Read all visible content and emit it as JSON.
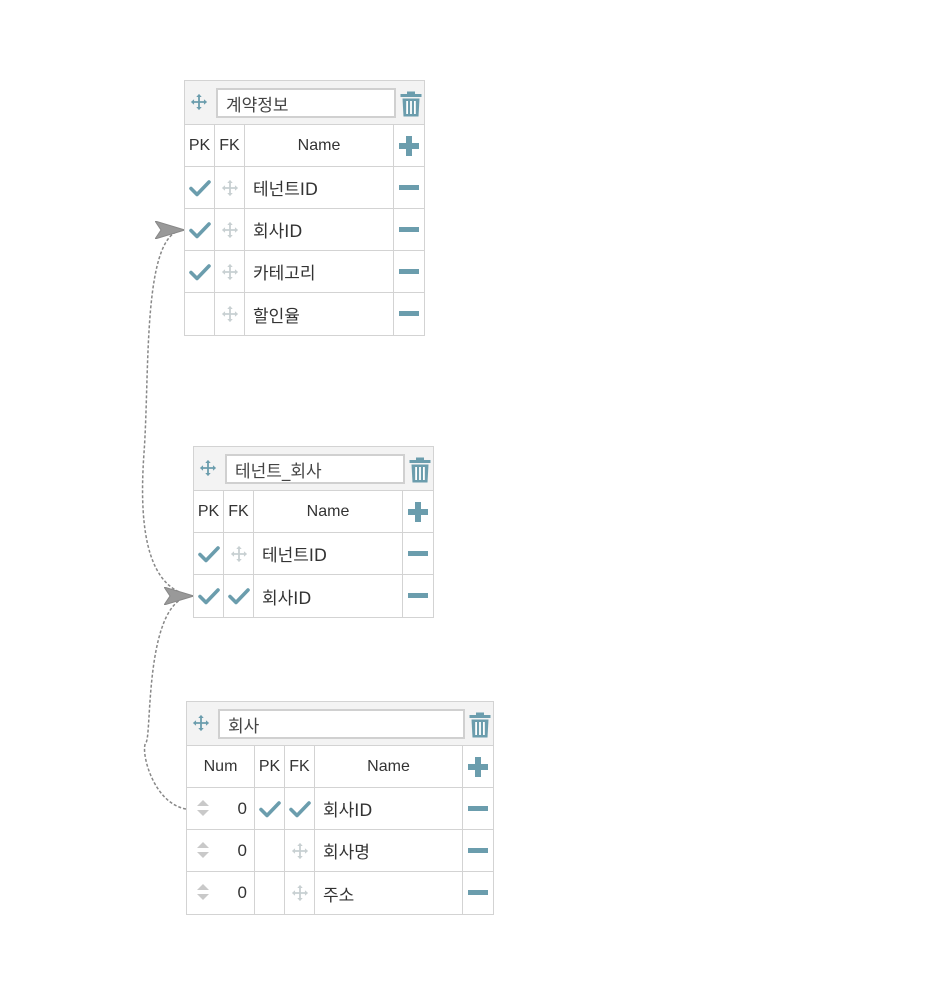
{
  "colors": {
    "accent": "#6b9dad",
    "faded_icon": "#c8d0d2",
    "border": "#d3d3d3",
    "header_bg": "#f3f3f3",
    "connector": "#888888"
  },
  "tables": [
    {
      "name": "계약정보",
      "has_num_column": false,
      "columns": {
        "pk": "PK",
        "fk": "FK",
        "name": "Name"
      },
      "fields": [
        {
          "name": "테넌트ID",
          "pk": true,
          "fk": false
        },
        {
          "name": "회사ID",
          "pk": true,
          "fk": false
        },
        {
          "name": "카테고리",
          "pk": true,
          "fk": false
        },
        {
          "name": "할인율",
          "pk": false,
          "fk": false
        }
      ]
    },
    {
      "name": "테넌트_회사",
      "has_num_column": false,
      "columns": {
        "pk": "PK",
        "fk": "FK",
        "name": "Name"
      },
      "fields": [
        {
          "name": "테넌트ID",
          "pk": true,
          "fk": false
        },
        {
          "name": "회사ID",
          "pk": true,
          "fk": true
        }
      ]
    },
    {
      "name": "회사",
      "has_num_column": true,
      "columns": {
        "num": "Num",
        "pk": "PK",
        "fk": "FK",
        "name": "Name"
      },
      "fields": [
        {
          "num": "0",
          "name": "회사ID",
          "pk": true,
          "fk": true
        },
        {
          "num": "0",
          "name": "회사명",
          "pk": false,
          "fk": false
        },
        {
          "num": "0",
          "name": "주소",
          "pk": false,
          "fk": false
        }
      ]
    }
  ],
  "relationships": [
    {
      "from_table": "테넌트_회사",
      "from_field": "회사ID",
      "to_table": "계약정보",
      "to_field": "회사ID"
    },
    {
      "from_table": "회사",
      "from_field": "회사ID",
      "to_table": "테넌트_회사",
      "to_field": "회사ID"
    }
  ]
}
